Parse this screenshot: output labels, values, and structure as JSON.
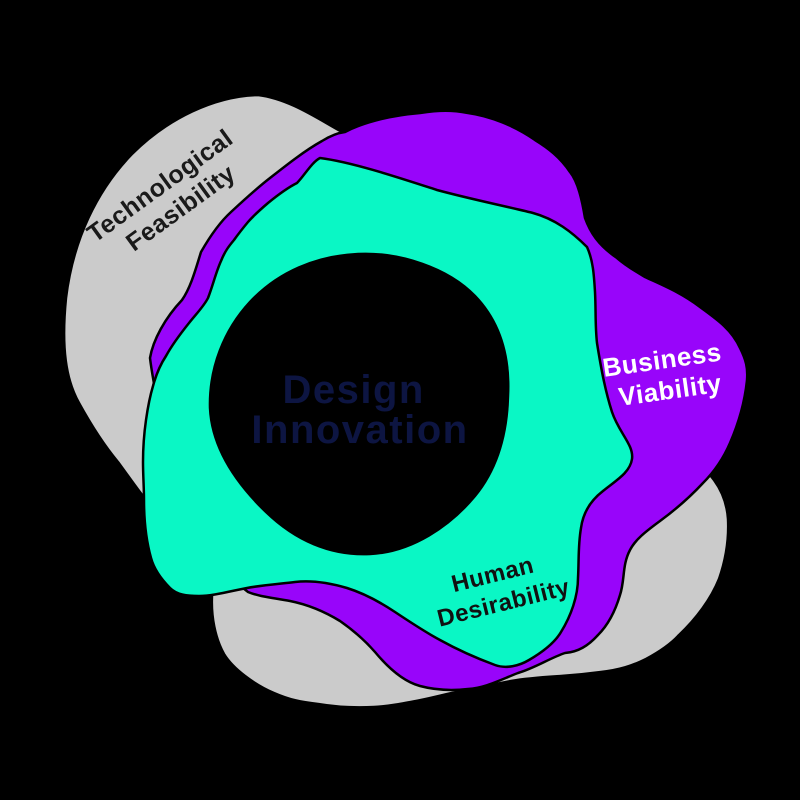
{
  "canvas": {
    "background_color": "#000000",
    "outline_color": "#000000"
  },
  "diagram": {
    "type": "venn-blob-diagram",
    "center": {
      "label": "Design Innovation",
      "line1": "Design",
      "line2": "Innovation",
      "text_color": "#0d1542",
      "hole_color": "#000000"
    },
    "blobs": {
      "technological": {
        "label": "Technological Feasibility",
        "label_line1": "Technological",
        "label_line2": "Feasibility",
        "fill": "#cbcbcb",
        "label_color": "#1a1a1a"
      },
      "business": {
        "label": "Business Viability",
        "label_line1": "Business",
        "label_line2": "Viability",
        "fill": "#9805fa",
        "label_color": "#ffffff"
      },
      "human": {
        "label": "Human Desirability",
        "label_line1": "Human",
        "label_line2": "Desirability",
        "fill": "#0af7c5",
        "label_color": "#111111"
      }
    }
  }
}
